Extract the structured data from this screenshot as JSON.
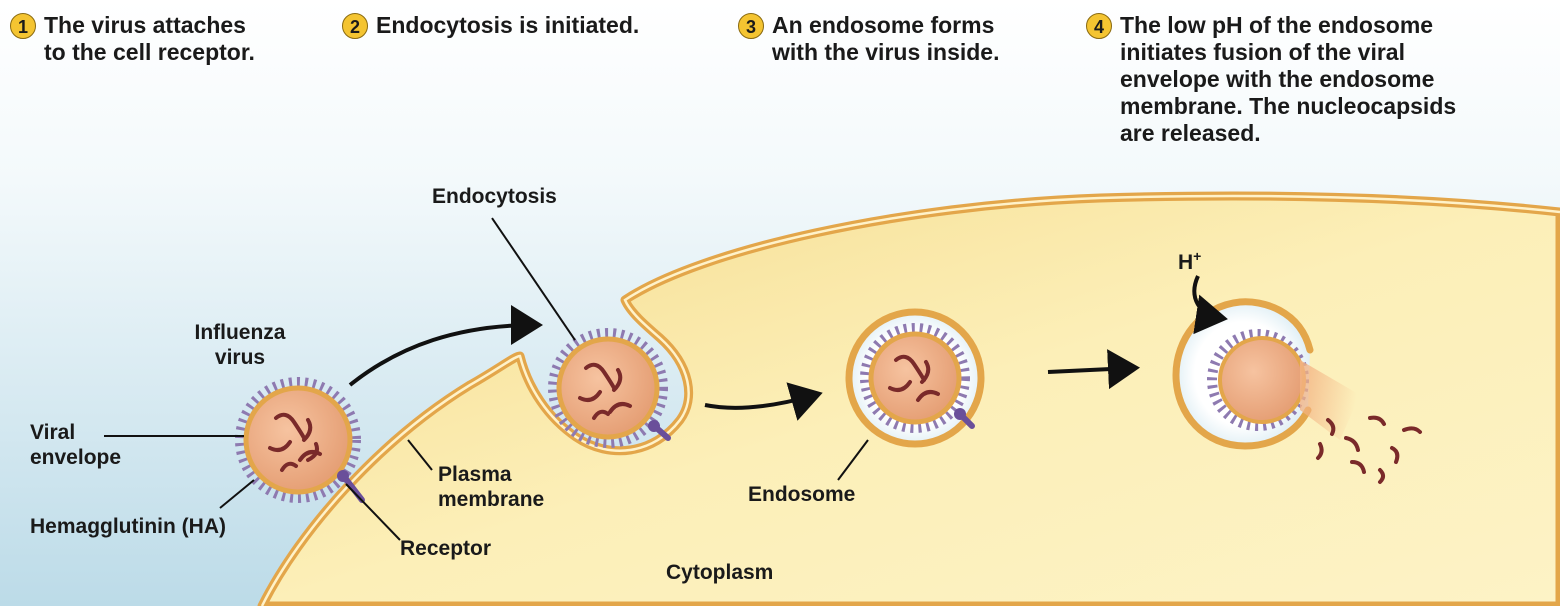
{
  "steps": [
    {
      "number": "1",
      "text": "The virus attaches\nto the cell receptor."
    },
    {
      "number": "2",
      "text": "Endocytosis is initiated."
    },
    {
      "number": "3",
      "text": "An endosome forms\nwith the virus inside."
    },
    {
      "number": "4",
      "text": "The low pH of the endosome\ninitiates fusion of the viral\nenvelope with the endosome\nmembrane. The nucleocapsids\nare released."
    }
  ],
  "labels": {
    "influenza_virus": "Influenza\nvirus",
    "viral_envelope": "Viral\nenvelope",
    "hemagglutinin": "Hemagglutinin (HA)",
    "receptor": "Receptor",
    "plasma_membrane": "Plasma\nmembrane",
    "endocytosis": "Endocytosis",
    "endosome": "Endosome",
    "cytoplasm": "Cytoplasm",
    "proton": "H",
    "proton_charge": "+"
  },
  "colors": {
    "cytoplasm": "#fbeeb0",
    "membrane": "#e3a64a",
    "extracellular": "#cfe6ef",
    "virus_core": "#e8a179",
    "virus_spikes": "#8e7ab0",
    "rna": "#7a2a2a",
    "step_badge": "#f4c431"
  }
}
